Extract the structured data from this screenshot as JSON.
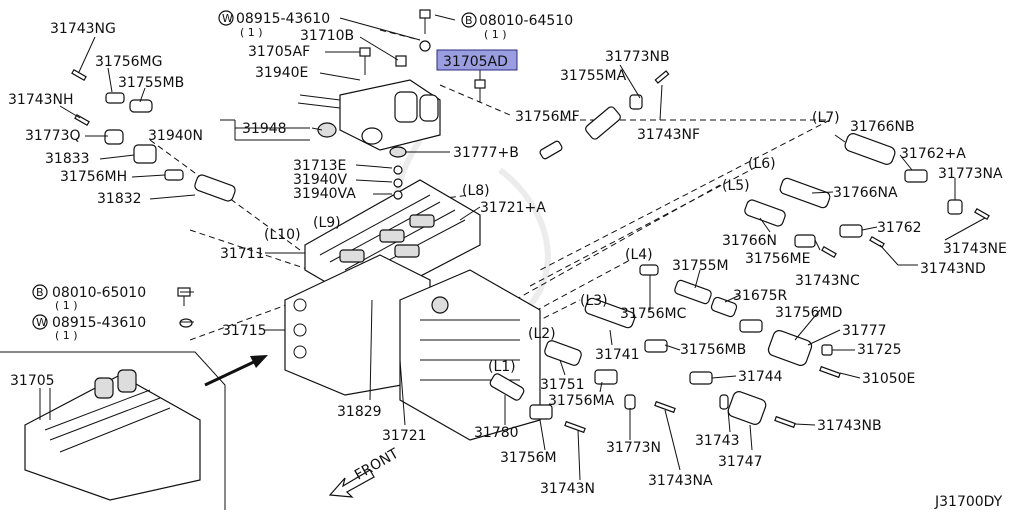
{
  "diagram": {
    "code": "J31700DY",
    "highlight_color": "#9a9ee0",
    "front_label": "FRONT",
    "parts": [
      {
        "id": "p1",
        "text": "31743NG"
      },
      {
        "id": "p2",
        "text": "31756MG"
      },
      {
        "id": "p3",
        "text": "31755MB"
      },
      {
        "id": "p4",
        "text": "31743NH"
      },
      {
        "id": "p5",
        "text": "31773Q"
      },
      {
        "id": "p6",
        "text": "31940N"
      },
      {
        "id": "p7",
        "text": "31948"
      },
      {
        "id": "p8",
        "text": "31833"
      },
      {
        "id": "p9",
        "text": "31756MH"
      },
      {
        "id": "p10",
        "text": "31832"
      },
      {
        "id": "p11",
        "text": "08915-43610"
      },
      {
        "id": "p12",
        "text": "31710B"
      },
      {
        "id": "p13",
        "text": "31705AF"
      },
      {
        "id": "p14",
        "text": "31940E"
      },
      {
        "id": "p15",
        "text": "08010-64510"
      },
      {
        "id": "p16",
        "text": "31705AD"
      },
      {
        "id": "p17",
        "text": "31773NB"
      },
      {
        "id": "p18",
        "text": "31755MA"
      },
      {
        "id": "p19",
        "text": "31756MF"
      },
      {
        "id": "p20",
        "text": "31743NF"
      },
      {
        "id": "p21",
        "text": "31777+B"
      },
      {
        "id": "p22",
        "text": "31713E"
      },
      {
        "id": "p23",
        "text": "31940V"
      },
      {
        "id": "p24",
        "text": "31940VA"
      },
      {
        "id": "p25",
        "text": "(L8)"
      },
      {
        "id": "p26",
        "text": "31721+A"
      },
      {
        "id": "p27",
        "text": "(L9)"
      },
      {
        "id": "p28",
        "text": "(L10)"
      },
      {
        "id": "p29",
        "text": "31711"
      },
      {
        "id": "p30",
        "text": "(L7)"
      },
      {
        "id": "p31",
        "text": "31766NB"
      },
      {
        "id": "p32",
        "text": "31762+A"
      },
      {
        "id": "p33",
        "text": "31773NA"
      },
      {
        "id": "p34",
        "text": "(L6)"
      },
      {
        "id": "p35",
        "text": "31766NA"
      },
      {
        "id": "p36",
        "text": "(L5)"
      },
      {
        "id": "p37",
        "text": "31762"
      },
      {
        "id": "p38",
        "text": "31743NE"
      },
      {
        "id": "p39",
        "text": "31766N"
      },
      {
        "id": "p40",
        "text": "31756ME"
      },
      {
        "id": "p41",
        "text": "31743NC"
      },
      {
        "id": "p42",
        "text": "31743ND"
      },
      {
        "id": "p43",
        "text": "(L4)"
      },
      {
        "id": "p44",
        "text": "31755M"
      },
      {
        "id": "p45",
        "text": "08010-65010"
      },
      {
        "id": "p46",
        "text": "08915-43610"
      },
      {
        "id": "p47",
        "text": "31675R"
      },
      {
        "id": "p48",
        "text": "31756MC"
      },
      {
        "id": "p49",
        "text": "31756MD"
      },
      {
        "id": "p50",
        "text": "(L3)"
      },
      {
        "id": "p51",
        "text": "31715"
      },
      {
        "id": "p52",
        "text": "31777"
      },
      {
        "id": "p53",
        "text": "31741"
      },
      {
        "id": "p54",
        "text": "31756MB"
      },
      {
        "id": "p55",
        "text": "31725"
      },
      {
        "id": "p56",
        "text": "(L2)"
      },
      {
        "id": "p57",
        "text": "31744"
      },
      {
        "id": "p58",
        "text": "31050E"
      },
      {
        "id": "p59",
        "text": "(L1)"
      },
      {
        "id": "p60",
        "text": "31751"
      },
      {
        "id": "p61",
        "text": "31705"
      },
      {
        "id": "p62",
        "text": "31829"
      },
      {
        "id": "p63",
        "text": "31756MA"
      },
      {
        "id": "p64",
        "text": "31743NB"
      },
      {
        "id": "p65",
        "text": "31743"
      },
      {
        "id": "p66",
        "text": "31780"
      },
      {
        "id": "p67",
        "text": "31721"
      },
      {
        "id": "p68",
        "text": "31773N"
      },
      {
        "id": "p69",
        "text": "31747"
      },
      {
        "id": "p70",
        "text": "31756M"
      },
      {
        "id": "p71",
        "text": "31743NA"
      },
      {
        "id": "p72",
        "text": "31743N"
      }
    ],
    "quantities": [
      {
        "id": "q1",
        "text": "( 1 )"
      },
      {
        "id": "q2",
        "text": "( 1 )"
      },
      {
        "id": "q3",
        "text": "( 1 )"
      },
      {
        "id": "q4",
        "text": "( 1 )"
      }
    ],
    "symbols": [
      {
        "id": "s1",
        "text": "W"
      },
      {
        "id": "s2",
        "text": "B"
      },
      {
        "id": "s3",
        "text": "B"
      },
      {
        "id": "s4",
        "text": "W"
      }
    ]
  }
}
